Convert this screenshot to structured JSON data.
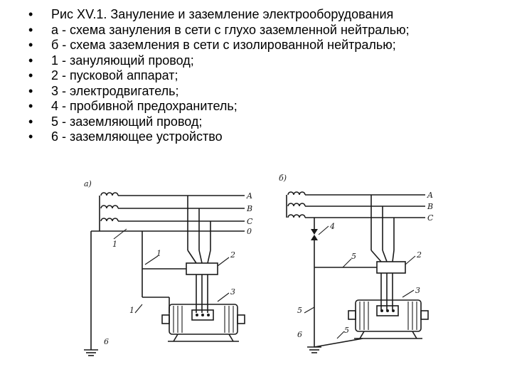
{
  "caption": {
    "bullet": "•",
    "lines": [
      "Рис XV.1.   Зануление и заземление электрооборудования",
      "а - схема зануления в сети с глухо заземленной нейтралью;",
      "б - схема заземления в сети с изолированной нейтралью;",
      "1 - зануляющий провод;",
      "2 - пусковой аппарат;",
      "3 - электродвигатель;",
      "4 - пробивной предохранитель;",
      "5 - заземляющий провод;",
      "6 - заземляющее устройство"
    ]
  },
  "diagram_a": {
    "panel_label": "а)",
    "phase_labels": [
      "A",
      "B",
      "C",
      "0"
    ],
    "marker_labels": [
      "1",
      "1",
      "1",
      "2",
      "3",
      "6"
    ]
  },
  "diagram_b": {
    "panel_label": "б)",
    "phase_labels": [
      "A",
      "B",
      "C"
    ],
    "marker_labels": [
      "4",
      "5",
      "5",
      "5",
      "2",
      "3",
      "6"
    ]
  }
}
